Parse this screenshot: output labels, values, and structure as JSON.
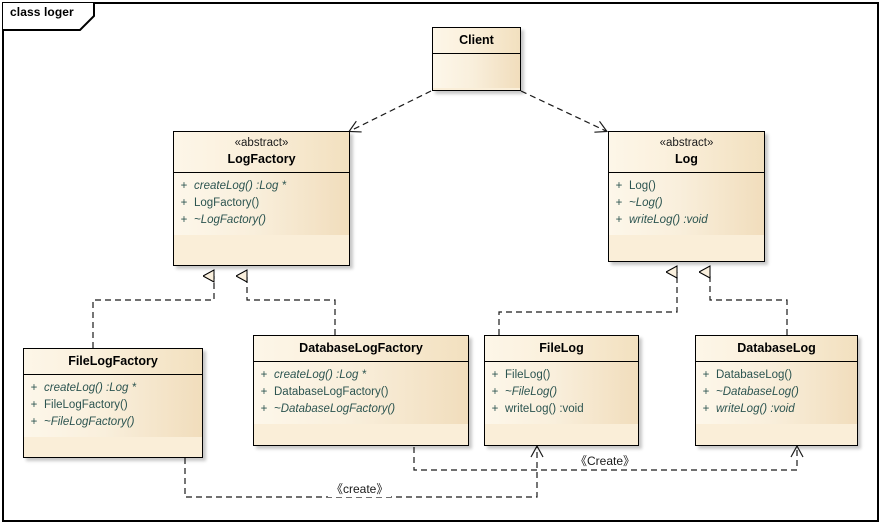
{
  "diagram": {
    "frame_label": "class loger",
    "type": "uml-class-diagram",
    "background": "#ffffff",
    "box_fill": "#faeed8",
    "member_text_color": "#2c5450",
    "border_color": "#000000"
  },
  "classes": {
    "client": {
      "name": "Client",
      "stereotype": "",
      "members": []
    },
    "log_factory": {
      "name": "LogFactory",
      "stereotype": "«abstract»",
      "members": [
        {
          "visibility": "+",
          "signature": "createLog()  :Log *",
          "abstract": true
        },
        {
          "visibility": "+",
          "signature": "LogFactory()",
          "abstract": false
        },
        {
          "visibility": "+",
          "signature": "~LogFactory()",
          "abstract": true
        }
      ]
    },
    "log": {
      "name": "Log",
      "stereotype": "«abstract»",
      "members": [
        {
          "visibility": "+",
          "signature": "Log()",
          "abstract": false
        },
        {
          "visibility": "+",
          "signature": "~Log()",
          "abstract": true
        },
        {
          "visibility": "+",
          "signature": "writeLog()  :void",
          "abstract": true
        }
      ]
    },
    "file_log_factory": {
      "name": "FileLogFactory",
      "stereotype": "",
      "members": [
        {
          "visibility": "+",
          "signature": "createLog()  :Log *",
          "abstract": true
        },
        {
          "visibility": "+",
          "signature": "FileLogFactory()",
          "abstract": false
        },
        {
          "visibility": "+",
          "signature": "~FileLogFactory()",
          "abstract": true
        }
      ]
    },
    "database_log_factory": {
      "name": "DatabaseLogFactory",
      "stereotype": "",
      "members": [
        {
          "visibility": "+",
          "signature": "createLog()  :Log *",
          "abstract": true
        },
        {
          "visibility": "+",
          "signature": "DatabaseLogFactory()",
          "abstract": false
        },
        {
          "visibility": "+",
          "signature": "~DatabaseLogFactory()",
          "abstract": true
        }
      ]
    },
    "file_log": {
      "name": "FileLog",
      "stereotype": "",
      "members": [
        {
          "visibility": "+",
          "signature": "FileLog()",
          "abstract": false
        },
        {
          "visibility": "+",
          "signature": "~FileLog()",
          "abstract": true
        },
        {
          "visibility": "+",
          "signature": "writeLog()  :void",
          "abstract": false
        }
      ]
    },
    "database_log": {
      "name": "DatabaseLog",
      "stereotype": "",
      "members": [
        {
          "visibility": "+",
          "signature": "DatabaseLog()",
          "abstract": false
        },
        {
          "visibility": "+",
          "signature": "~DatabaseLog()",
          "abstract": true
        },
        {
          "visibility": "+",
          "signature": "writeLog()  :void",
          "abstract": true
        }
      ]
    }
  },
  "relationships": {
    "create_upper_label": "《Create》",
    "create_lower_label": "《create》"
  }
}
